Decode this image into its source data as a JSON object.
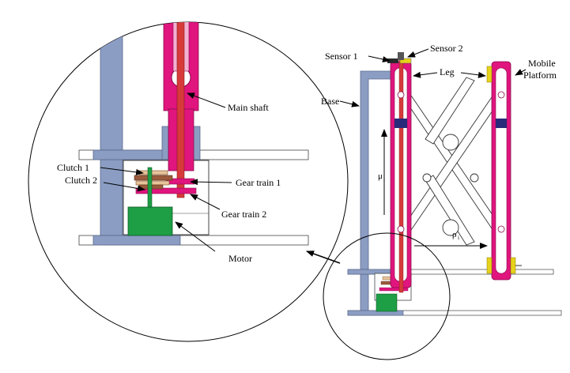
{
  "labels": {
    "main_shaft": "Main shaft",
    "clutch_1": "Clutch 1",
    "clutch_2": "Clutch 2",
    "gear_train_1": "Gear train 1",
    "gear_train_2": "Gear train 2",
    "motor": "Motor",
    "sensor_1": "Sensor 1",
    "sensor_2": "Sensor 2",
    "leg": "Leg",
    "base": "Base",
    "mobile": "Mobile",
    "platform": "Platform",
    "mu": "μ",
    "rho": "ρ",
    "sub_i": "i"
  },
  "colors": {
    "base": "#8b9dc3",
    "leg": "#e0157e",
    "shaft": "#d63a3a",
    "motor": "#1e9e45",
    "clutch_light": "#e8c39a",
    "clutch_dark": "#9a5a3c",
    "sensor": "#e6d21a",
    "navy": "#2a2a7a"
  }
}
